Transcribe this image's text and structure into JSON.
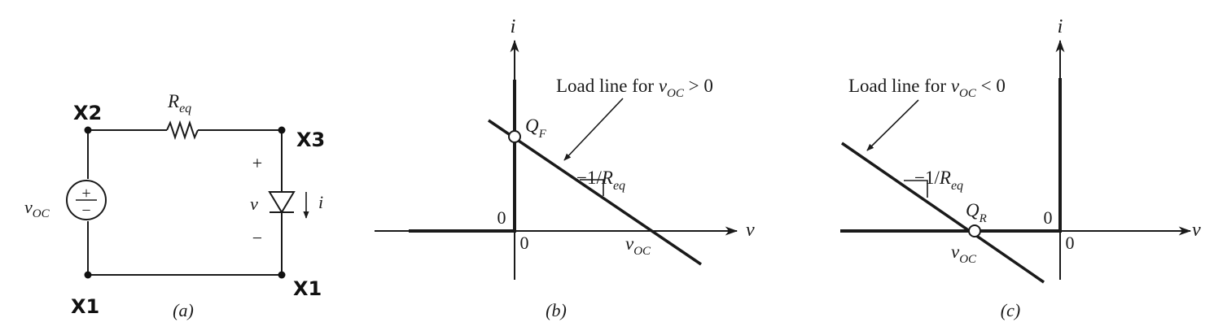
{
  "circuit": {
    "node_top_left": "X2",
    "node_top_right": "X3",
    "node_bottom_left": "X1",
    "node_bottom_right": "X1",
    "resistor_label": "R",
    "resistor_sub": "eq",
    "source_label": "v",
    "source_sub": "OC",
    "source_plus": "+",
    "source_minus": "−",
    "diode_plus": "+",
    "diode_minus": "−",
    "diode_voltage": "v",
    "diode_current": "i",
    "caption": "(a)"
  },
  "plot_b": {
    "i_axis": "i",
    "v_axis": "v",
    "origin_y": "0",
    "origin_x": "0",
    "annotation_prefix": "Load line for ",
    "annotation_var": "v",
    "annotation_sub": "OC",
    "annotation_rel": " > 0",
    "q_label": "Q",
    "q_sub": "F",
    "slope_prefix": "−1/",
    "slope_var": "R",
    "slope_sub": "eq",
    "intercept_var": "v",
    "intercept_sub": "OC",
    "caption": "(b)"
  },
  "plot_c": {
    "i_axis": "i",
    "v_axis": "v",
    "origin_y": "0",
    "origin_x": "0",
    "annotation_prefix": "Load line for ",
    "annotation_var": "v",
    "annotation_sub": "OC",
    "annotation_rel": " < 0",
    "q_label": "Q",
    "q_sub": "R",
    "slope_prefix": "−1/",
    "slope_var": "R",
    "slope_sub": "eq",
    "intercept_var": "v",
    "intercept_sub": "OC",
    "caption": "(c)"
  }
}
